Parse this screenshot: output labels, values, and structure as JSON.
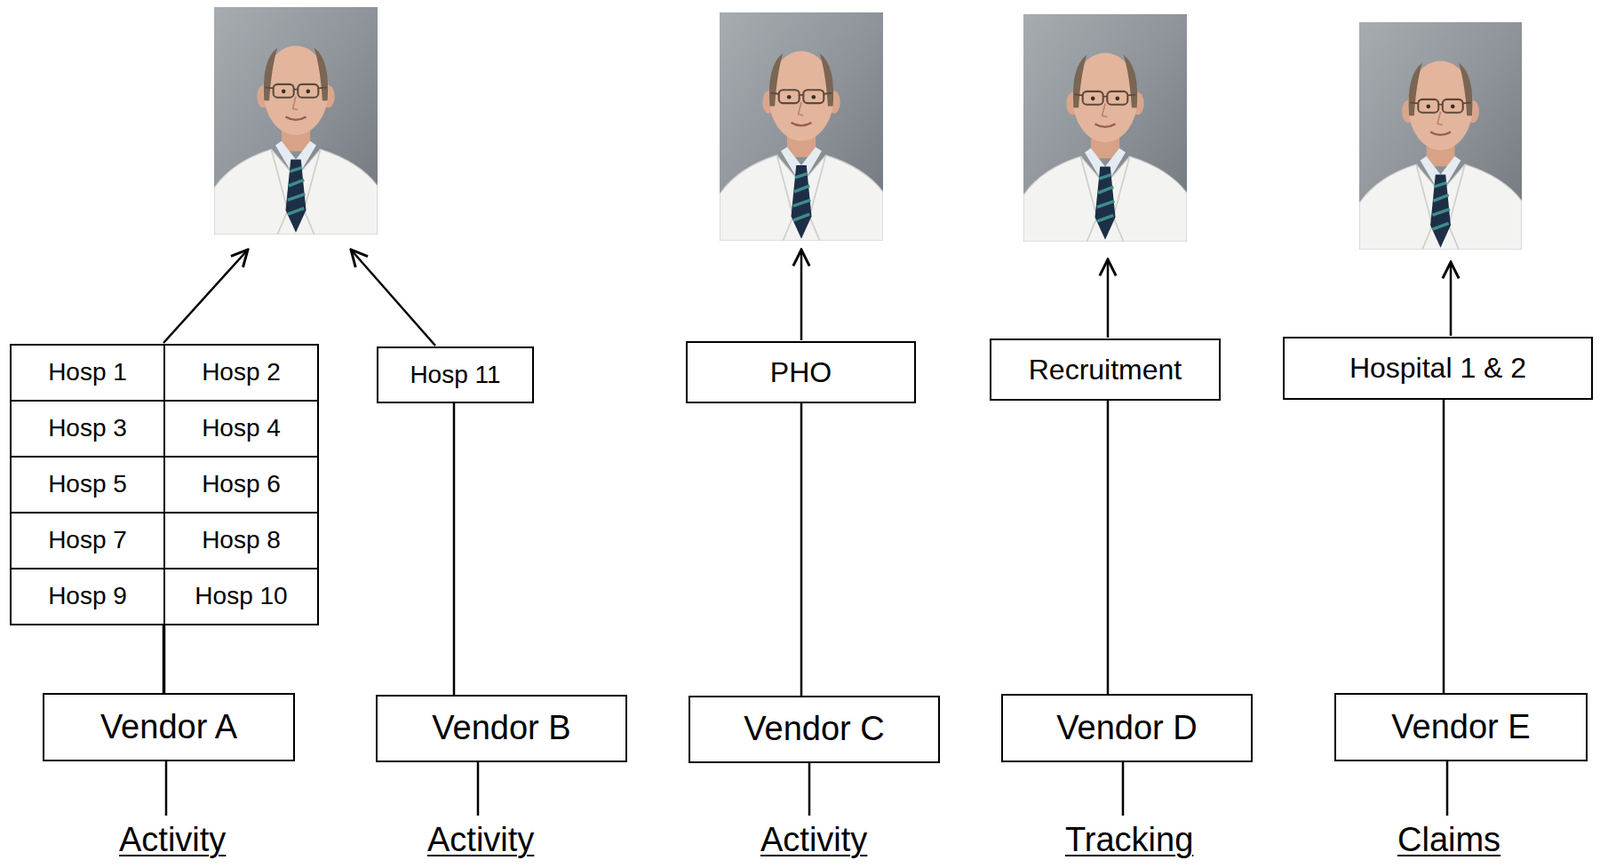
{
  "diagram": {
    "nodes": [
      {
        "text": [
          "Hosp 1"
        ]
      },
      {
        "text": [
          "Hosp 2"
        ]
      },
      {
        "text": [
          "Hosp 3"
        ]
      },
      {
        "text": [
          "Hosp 4"
        ]
      },
      {
        "text": [
          "Hosp 5"
        ]
      },
      {
        "text": [
          "Hosp 6"
        ]
      },
      {
        "text": [
          "Hosp 7"
        ]
      },
      {
        "text": [
          "Hosp 8"
        ]
      },
      {
        "text": [
          "Hosp 9"
        ]
      },
      {
        "text": [
          "Hosp 10"
        ]
      },
      {
        "text": [
          "Hosp 11"
        ]
      },
      {
        "text": [
          "PHO"
        ]
      },
      {
        "text": [
          "Recruitment"
        ]
      },
      {
        "text": [
          "Hospital 1 & 2"
        ]
      },
      {
        "text": [
          "Vendor A"
        ]
      },
      {
        "text": [
          "Vendor B"
        ]
      },
      {
        "text": [
          "Vendor C"
        ]
      },
      {
        "text": [
          "Vendor D"
        ]
      },
      {
        "text": [
          "Vendor E"
        ]
      }
    ],
    "edges": [
      {
        "from": 14,
        "to": 8,
        "arrow": "none"
      },
      {
        "from": 14,
        "to": 9,
        "arrow": "none"
      },
      {
        "from": 15,
        "to": 10,
        "arrow": "none"
      },
      {
        "from": 16,
        "to": 11,
        "arrow": "none"
      },
      {
        "from": 17,
        "to": 12,
        "arrow": "none"
      },
      {
        "from": 18,
        "to": 13,
        "arrow": "none"
      }
    ],
    "labels": [
      "Activity",
      "Activity",
      "Activity",
      "Tracking",
      "Claims"
    ]
  }
}
